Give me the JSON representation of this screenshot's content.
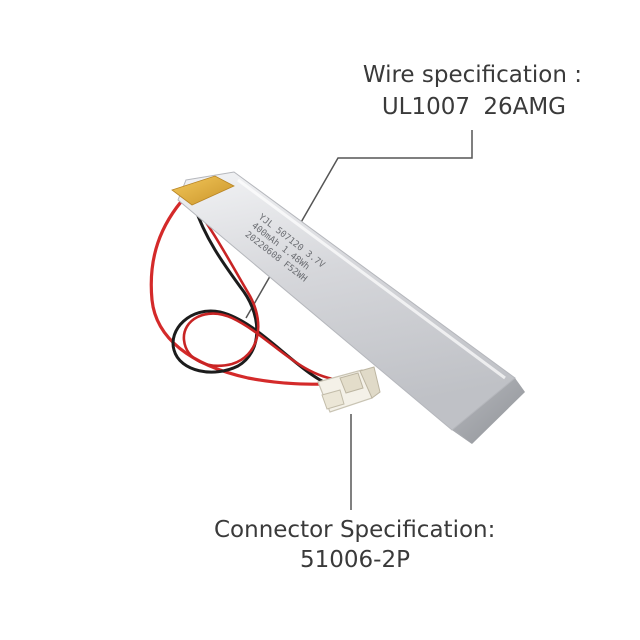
{
  "wire_spec": {
    "heading": "Wire specification :",
    "value": "UL1007  26AMG"
  },
  "connector_spec": {
    "heading": "Connector Specification:",
    "value": "51006-2P"
  },
  "battery": {
    "print_line1": "YJL 507120 3.7V",
    "print_line2": "400mAh 1.48Wh",
    "print_line3": "20220608 F52WH"
  },
  "colors": {
    "battery_body": "#d7d8dc",
    "battery_edge": "#a9abb0",
    "tape": "#e8b93c",
    "wire_red": "#d42a2a",
    "wire_black": "#1c1c1c",
    "connector": "#f4f1e8",
    "callout_line": "#555555"
  }
}
